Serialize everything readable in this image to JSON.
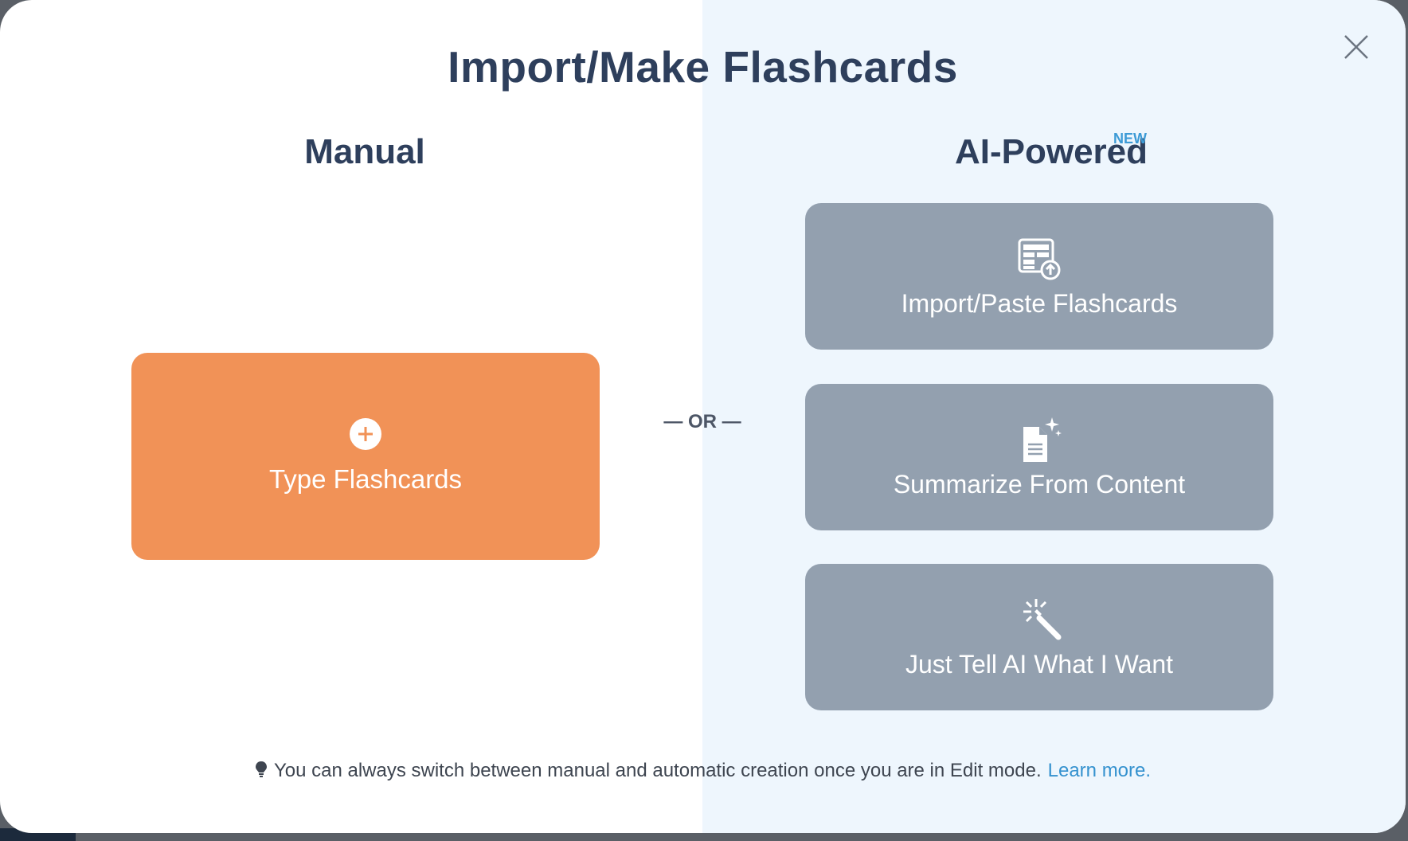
{
  "modal": {
    "title": "Import/Make Flashcards",
    "close_icon": "close-icon"
  },
  "manual": {
    "heading": "Manual",
    "card": {
      "label": "Type Flashcards",
      "icon": "plus-circle-icon",
      "color": "#f19257"
    }
  },
  "divider": {
    "label": "— OR —"
  },
  "ai": {
    "heading": "AI-Powered",
    "badge": "NEW",
    "cards": [
      {
        "label": "Import/Paste Flashcards",
        "icon": "table-upload-icon"
      },
      {
        "label": "Summarize From Content",
        "icon": "document-sparkle-icon"
      },
      {
        "label": "Just Tell AI What I Want",
        "icon": "magic-wand-icon"
      }
    ],
    "card_color": "#93a0af",
    "panel_color": "#eef6fd"
  },
  "tip": {
    "icon": "lightbulb-icon",
    "text": "You can always switch between manual and automatic creation once you are in Edit mode.",
    "link": "Learn more."
  }
}
